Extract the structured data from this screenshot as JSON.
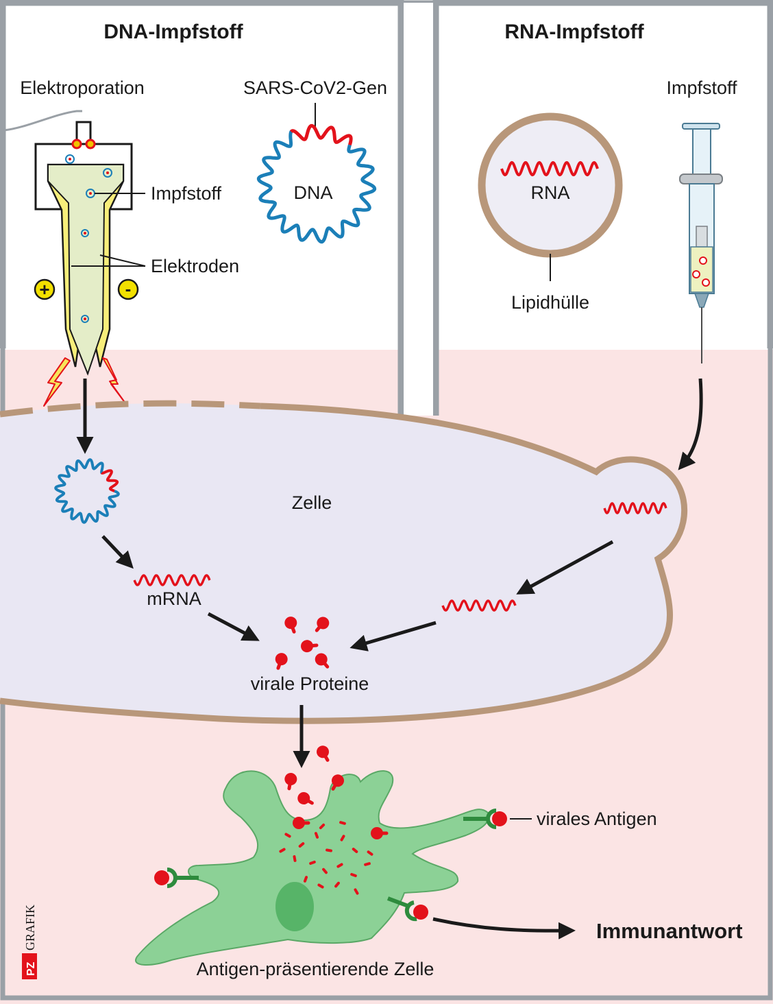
{
  "panels": {
    "dna_title": "DNA-Impfstoff",
    "rna_title": "RNA-Impfstoff"
  },
  "labels": {
    "elektroporation": "Elektroporation",
    "sars_gen": "SARS-CoV2-Gen",
    "impfstoff_device": "Impfstoff",
    "dna": "DNA",
    "elektroden": "Elektroden",
    "plus": "+",
    "minus": "-",
    "rna": "RNA",
    "lipidhuelle": "Lipidhülle",
    "impfstoff_syringe": "Impfstoff",
    "zelle": "Zelle",
    "mrna": "mRNA",
    "virale_proteine": "virale Proteine",
    "virales_antigen": "virales Antigen",
    "immunantwort": "Immunantwort",
    "apc": "Antigen-präsentierende Zelle"
  },
  "logo": {
    "pz": "PZ",
    "grafik": "GRAFIK"
  },
  "colors": {
    "rna_red": "#e3121b",
    "dna_blue": "#1b7fb8",
    "membrane": "#b8977a",
    "cell_fill": "#e9e7f3",
    "apc_fill": "#8cd196",
    "electrode_yellow": "#f7ee7a",
    "background_pink": "#fbe4e4"
  }
}
